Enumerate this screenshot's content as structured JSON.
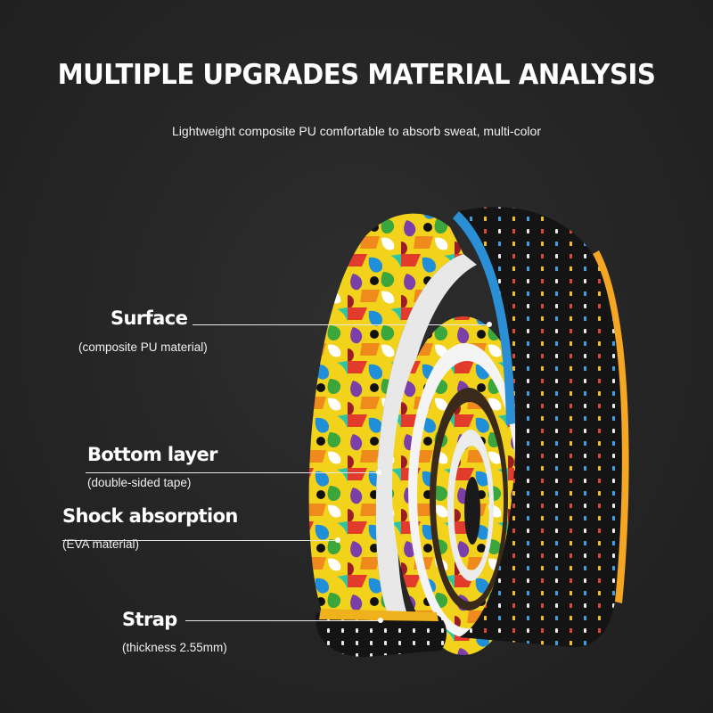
{
  "header": {
    "title": "MULTIPLE UPGRADES MATERIAL ANALYSIS",
    "subtitle": "Lightweight composite PU comfortable to absorb sweat, multi-color"
  },
  "callouts": [
    {
      "name": "Surface",
      "detail": "(composite PU material)"
    },
    {
      "name": "Bottom layer",
      "detail": "(double-sided tape)"
    },
    {
      "name": "Shock absorption",
      "detail": "(EVA material)"
    },
    {
      "name": "Strap",
      "detail": "(thickness 2.55mm)"
    }
  ],
  "colors": {
    "background": "#262626",
    "text": "#ffffff",
    "perforated_surface": "#111111",
    "adhesive_layer": "#e6e6e6"
  },
  "product": {
    "description_icon": "rolled-handlebar-tape-image"
  }
}
